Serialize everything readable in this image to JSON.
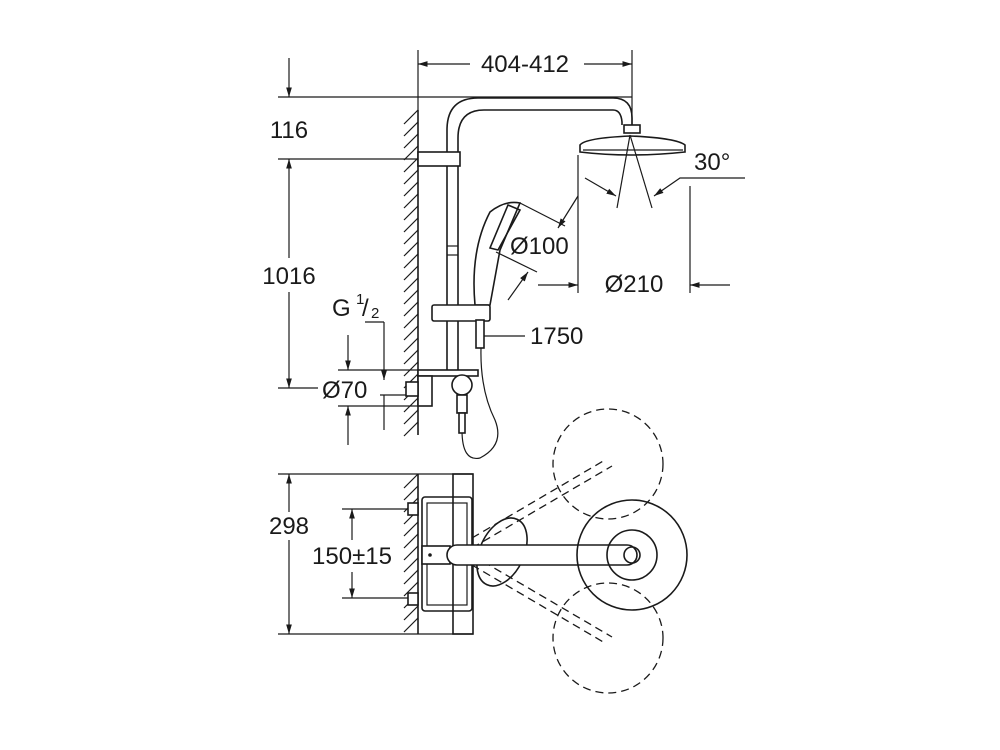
{
  "dimensions": {
    "arm_reach": "404-412",
    "head_height": "116",
    "total_height": "1016",
    "thread": "G",
    "thread_fraction_num": "1",
    "thread_fraction_den": "2",
    "outlet_diameter": "Ø70",
    "handshower_diameter": "Ø100",
    "headshower_diameter": "Ø210",
    "spray_angle": "30°",
    "hose_length": "1750",
    "plan_depth": "298",
    "inlet_centres": "150±15"
  },
  "colors": {
    "line": "#1a1a1a",
    "background": "#ffffff"
  }
}
